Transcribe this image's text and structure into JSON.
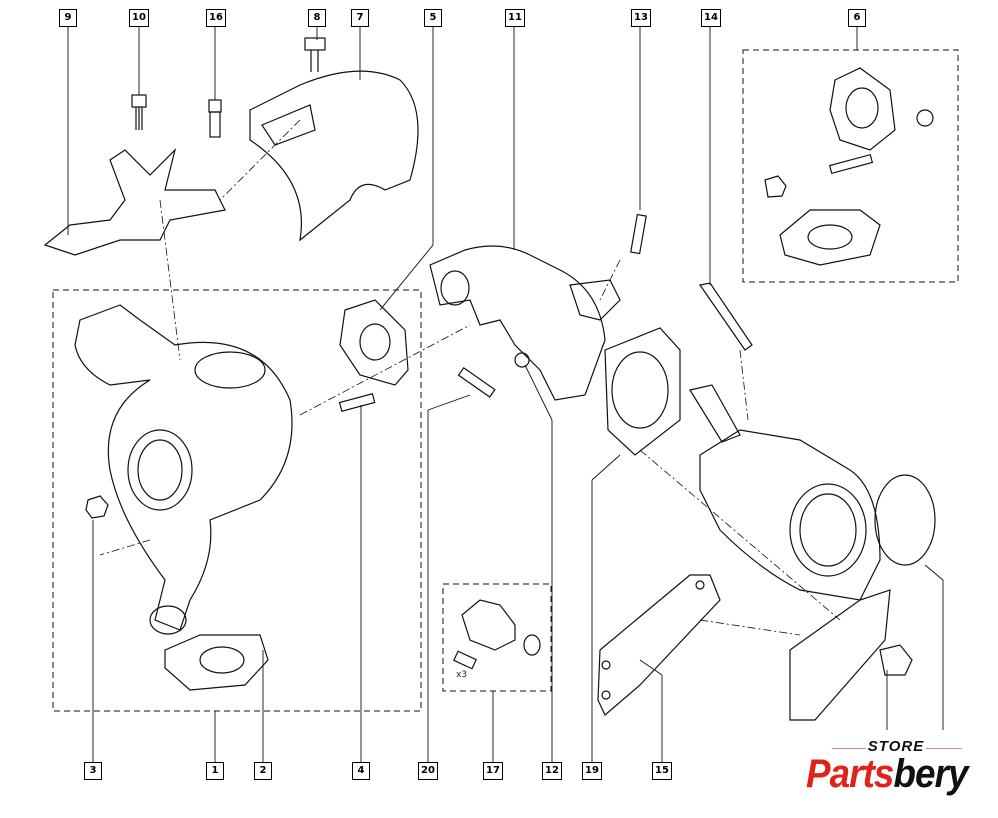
{
  "diagram": {
    "callouts": [
      "9",
      "10",
      "16",
      "8",
      "7",
      "5",
      "11",
      "13",
      "14",
      "6",
      "3",
      "1",
      "2",
      "4",
      "20",
      "17",
      "12",
      "19",
      "15"
    ],
    "note_x3": "x3"
  },
  "logo": {
    "store": "STORE",
    "brand_part1": "Parts",
    "brand_part2": "bery",
    "accent": "#e0221b"
  }
}
